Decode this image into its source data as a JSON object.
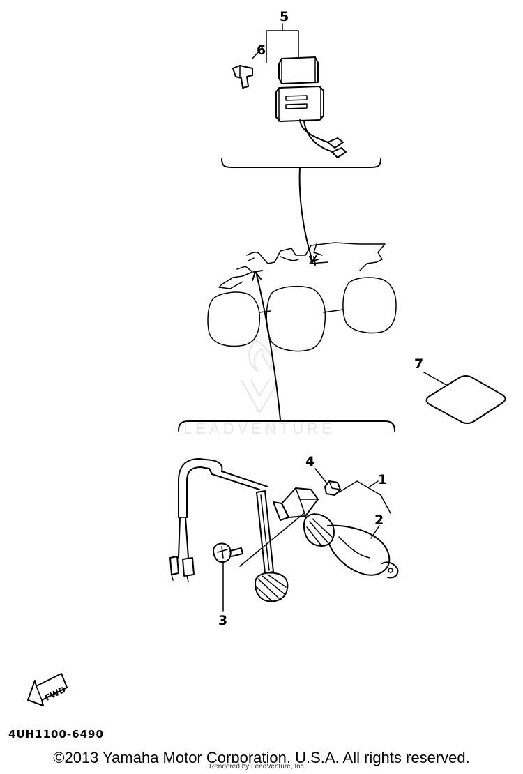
{
  "callouts": {
    "c1": "1",
    "c2": "2",
    "c3": "3",
    "c4": "4",
    "c5": "5",
    "c6": "6",
    "c7": "7"
  },
  "fwd_label": "FWD",
  "watermark": "LEADVENTURE",
  "part_code": "4UH1100-6490",
  "copyright": "©2013 Yamaha Motor Corporation, U.S.A. All rights reserved.",
  "rendered_by": "Rendered by LeadVenture, Inc."
}
